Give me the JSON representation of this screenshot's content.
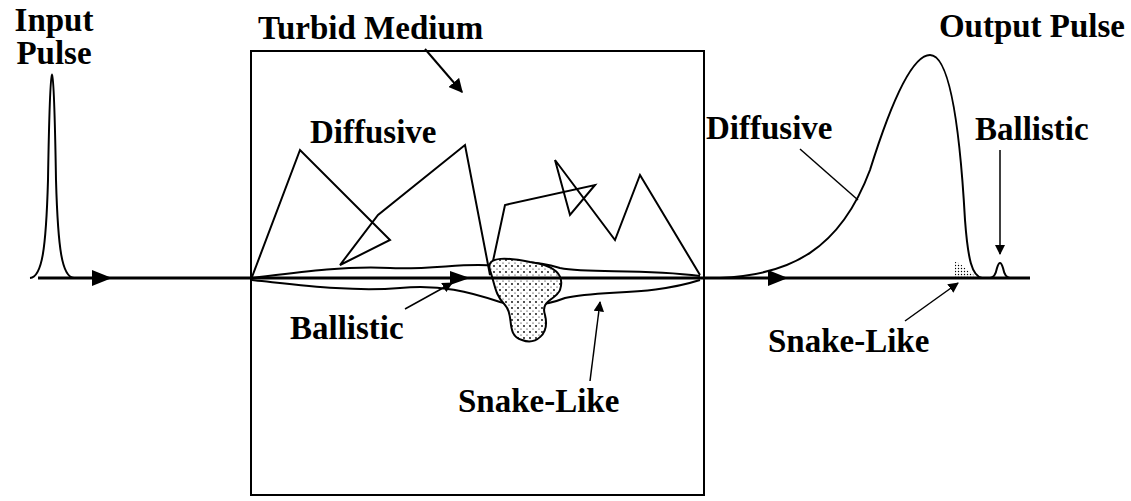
{
  "diagram": {
    "nodes": [
      {
        "text": [
          "Turbid Medium"
        ]
      }
    ],
    "labels": [
      "Input Pulse",
      "Diffusive",
      "Ballistic",
      "Snake-Like",
      "Output Pulse",
      "Diffusive",
      "Ballistic",
      "Snake-Like"
    ]
  }
}
